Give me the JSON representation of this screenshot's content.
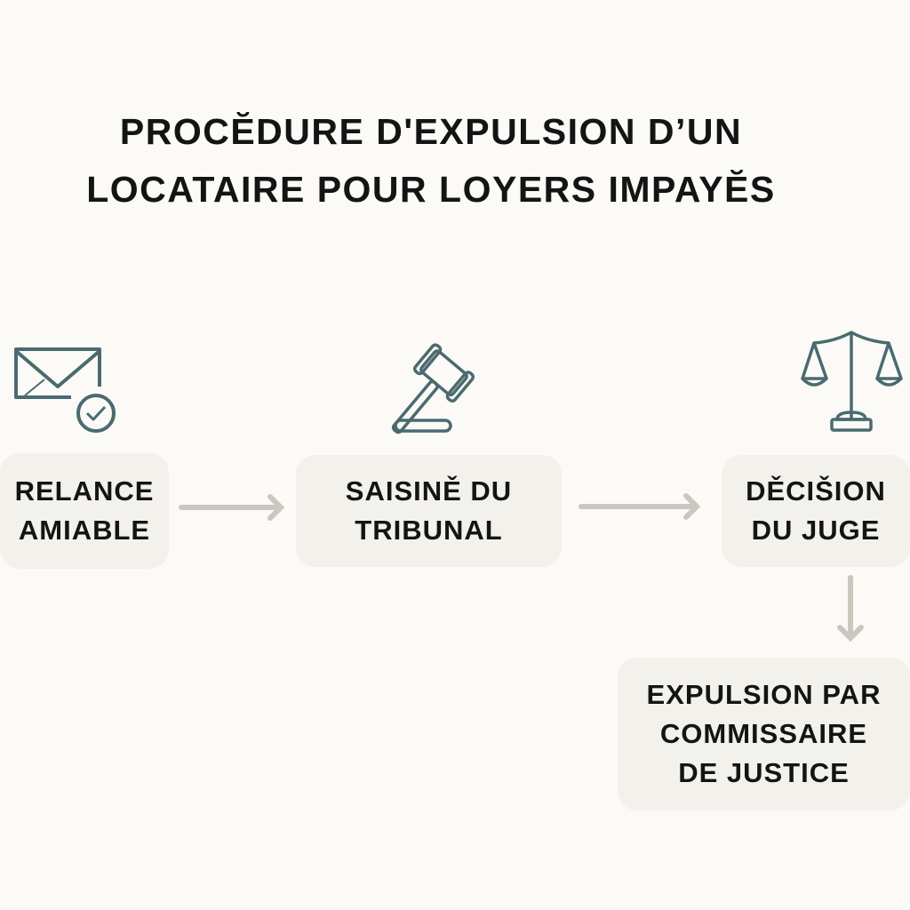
{
  "title": {
    "line1": "PROCĔDURE D'EXPULSION D’UN",
    "line2": "LOCATAIRE POUR LOYERS IMPAYĔS"
  },
  "steps": [
    {
      "icon": "envelope-check-icon",
      "lines": [
        "RELANCE",
        "AMIABLE"
      ]
    },
    {
      "icon": "gavel-icon",
      "lines": [
        "SAISINĚ DU",
        "TRIBUNAL"
      ]
    },
    {
      "icon": "scales-of-justice-icon",
      "lines": [
        "DĚCIŠION",
        "DU JUGE"
      ]
    },
    {
      "icon": "",
      "lines": [
        "EXPULSION PAR",
        "COMMISSAIRE",
        "DE JUSTICE"
      ]
    }
  ],
  "colors": {
    "icon": "#4b6a70",
    "arrow": "#c9c8c0",
    "box": "#f3f1ec",
    "background": "#fbfaf7"
  }
}
